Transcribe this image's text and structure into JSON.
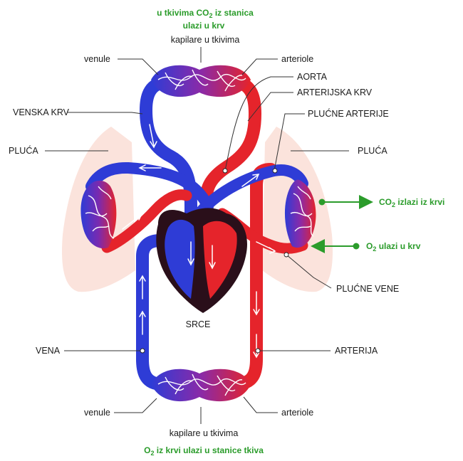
{
  "colors": {
    "vein": "#2e3cd6",
    "artery": "#e5242b",
    "capillary": "#8a2aa8",
    "lung": "#fbe3dc",
    "heart_dark": "#2a0f1a",
    "green": "#2b9c2b"
  },
  "labels": {
    "top_green_1_a": "u tkivima CO",
    "top_green_1_sub": "2",
    "top_green_1_b": " iz stanica",
    "top_green_2": "ulazi u krv",
    "capillaries_top": "kapilare u tkivima",
    "venules_top": "venule",
    "arterioles_top": "arteriole",
    "aorta": "AORTA",
    "arterial_blood": "ARTERIJSKA KRV",
    "venous_blood": "VENSKA KRV",
    "pulmonary_arteries": "PLUĆNE ARTERIJE",
    "lung_left": "PLUĆA",
    "lung_right": "PLUĆA",
    "co2_out_a": "CO",
    "co2_out_sub": "2",
    "co2_out_b": " izlazi iz krvi",
    "o2_in_a": "O",
    "o2_in_sub": "2",
    "o2_in_b": " ulazi u krv",
    "pulmonary_veins": "PLUĆNE VENE",
    "heart": "SRCE",
    "vein": "VENA",
    "artery": "ARTERIJA",
    "venules_bottom": "venule",
    "arterioles_bottom": "arteriole",
    "capillaries_bottom": "kapilare u tkivima",
    "bottom_green_a": "O",
    "bottom_green_sub": "2",
    "bottom_green_b": " iz krvi ulazi u stanice tkiva"
  }
}
